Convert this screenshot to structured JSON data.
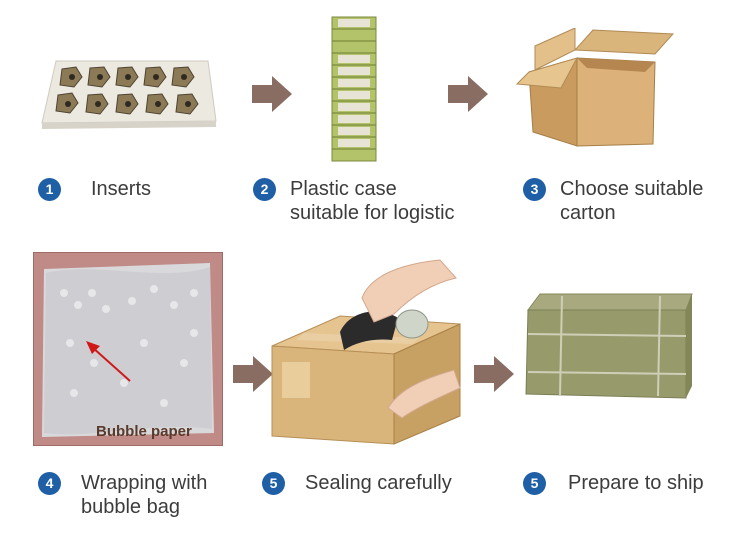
{
  "steps": [
    {
      "number": "1",
      "label": "Inserts"
    },
    {
      "number": "2",
      "label": "Plastic case\nsuitable for logistic"
    },
    {
      "number": "3",
      "label": "Choose suitable\ncarton"
    },
    {
      "number": "4",
      "label": "Wrapping with\nbubble bag"
    },
    {
      "number": "5",
      "label": "Sealing carefully"
    },
    {
      "number": "5",
      "label": "Prepare to ship"
    }
  ],
  "photo_caption": "Bubble paper",
  "colors": {
    "badge": "#1f5fa6",
    "arrow": "#8a6d62",
    "carton": "#d6b07a",
    "text": "#3c3c3c"
  }
}
